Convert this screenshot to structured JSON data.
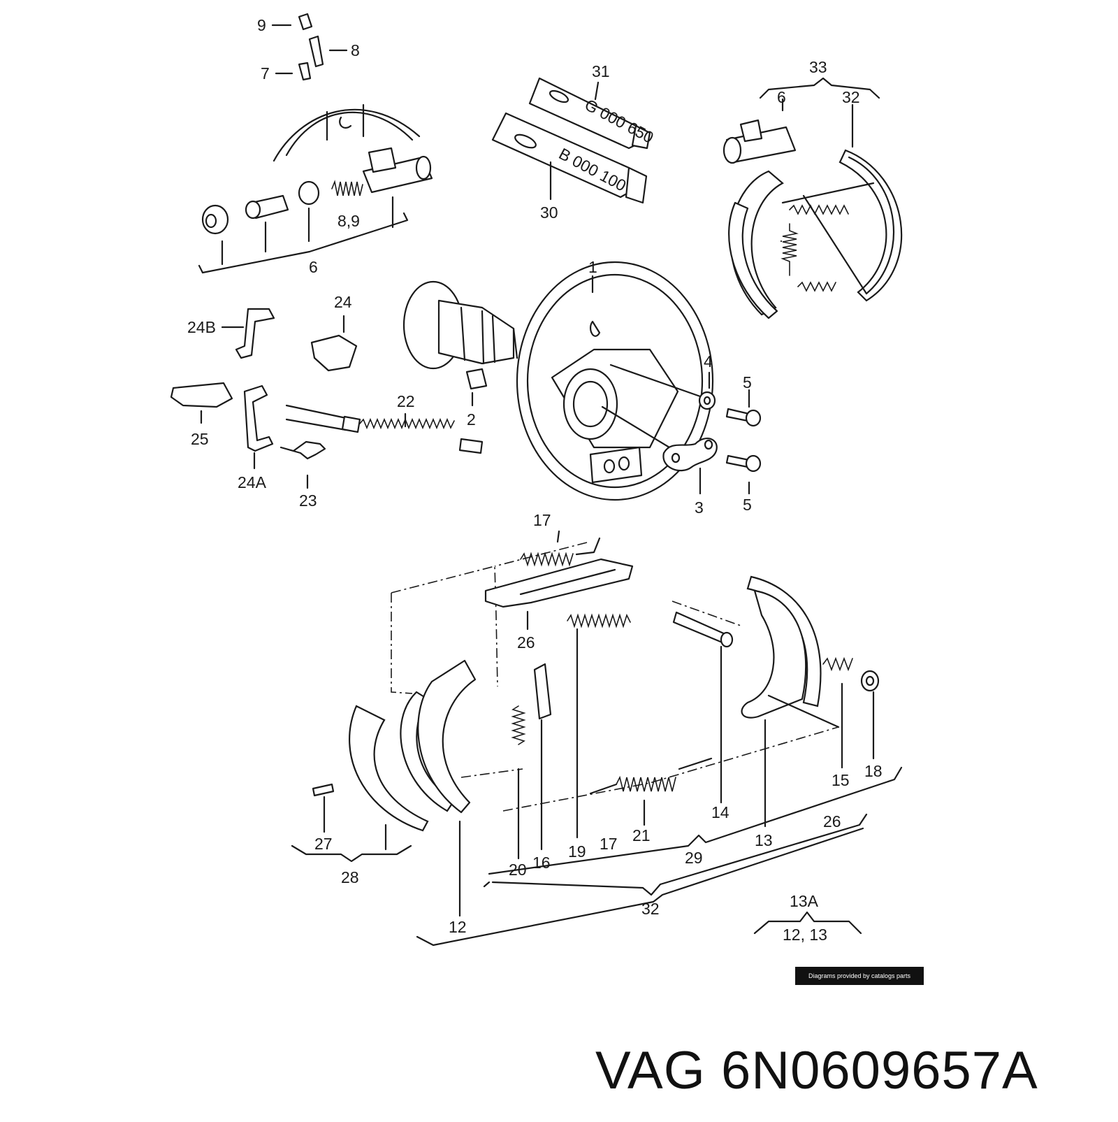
{
  "title": {
    "brand": "VAG",
    "part_number": "6N0609657A"
  },
  "credit": "Diagrams provided by catalogs parts",
  "tube_labels": {
    "small_tube": "G 000 650",
    "large_tube": "B 000 100"
  },
  "callouts": {
    "c1": "1",
    "c2": "2",
    "c3": "3",
    "c4": "4",
    "c5a": "5",
    "c5b": "5",
    "c6a": "6",
    "c6b": "6",
    "c7": "7",
    "c8": "8",
    "c8_9": "8,9",
    "c9": "9",
    "c12a": "12",
    "c12_13": "12, 13",
    "c13": "13",
    "c13a": "13A",
    "c14": "14",
    "c15": "15",
    "c16": "16",
    "c17a": "17",
    "c17b": "17",
    "c18": "18",
    "c19": "19",
    "c20": "20",
    "c21": "21",
    "c22": "22",
    "c23": "23",
    "c24": "24",
    "c24a": "24A",
    "c24b": "24B",
    "c25": "25",
    "c26a": "26",
    "c26b": "26",
    "c27": "27",
    "c28": "28",
    "c29": "29",
    "c30": "30",
    "c31": "31",
    "c32a": "32",
    "c32b": "32",
    "c33": "33"
  }
}
